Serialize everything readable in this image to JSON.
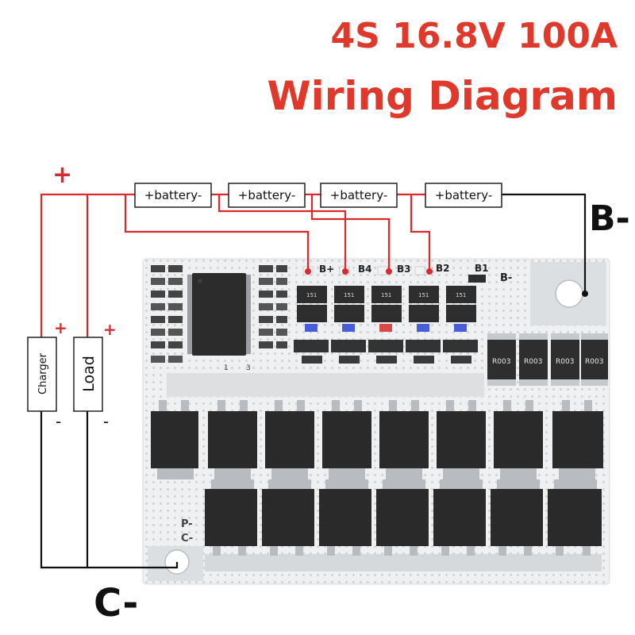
{
  "title": {
    "line1": "4S 16.8V 100A",
    "line2": "Wiring Diagram"
  },
  "batteries": [
    {
      "label": "+battery-"
    },
    {
      "label": "+battery-"
    },
    {
      "label": "+battery-"
    },
    {
      "label": "+battery-"
    }
  ],
  "terminals": {
    "pos_main": "+",
    "b_minus": "B-",
    "c_minus": "C-",
    "charger": "Charger",
    "load": "Load",
    "charger_plus": "+",
    "charger_minus": "-",
    "load_plus": "+",
    "load_minus": "-"
  },
  "board": {
    "pads": [
      "B+",
      "B4",
      "B3",
      "B2",
      "B1"
    ],
    "b_minus_mark": "B-",
    "p_minus_mark": "P-",
    "c_minus_mark": "C-",
    "resistor_code": "R003",
    "small_resistor_code": "151",
    "ic_marks": [
      "1",
      "3"
    ]
  },
  "colors": {
    "wire_red": "#d92b2b",
    "title_red": "#e0382a",
    "wire_black": "#111111",
    "board_white": "#eef0f2",
    "chip_dark": "#2c2c2c"
  }
}
